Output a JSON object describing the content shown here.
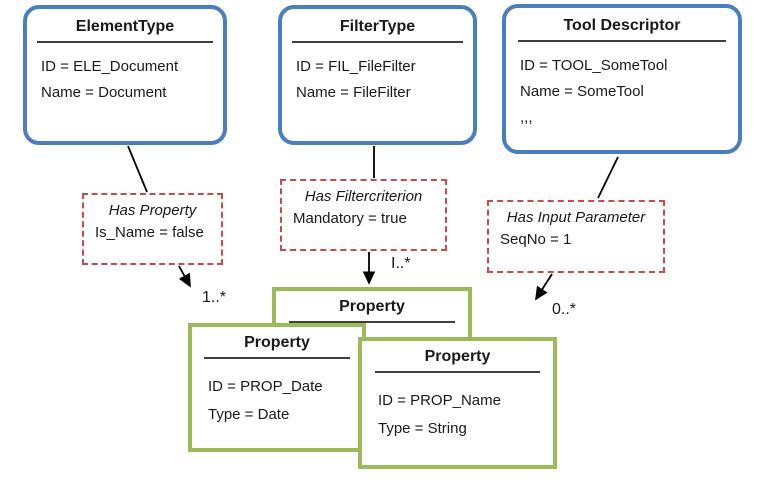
{
  "diagram": {
    "entities": [
      {
        "title": "ElementType",
        "lines": [
          "ID = ELE_Document",
          "Name = Document"
        ]
      },
      {
        "title": "FilterType",
        "lines": [
          "ID = FIL_FileFilter",
          "Name = FileFilter"
        ]
      },
      {
        "title": "Tool Descriptor",
        "lines": [
          "ID = TOOL_SomeTool",
          "Name = SomeTool",
          ",,,"
        ]
      }
    ],
    "relations": [
      {
        "title": "Has Property",
        "attribute": "Is_Name = false",
        "multiplicity": "1..*"
      },
      {
        "title": "Has Filtercriterion",
        "attribute": "Mandatory = true",
        "multiplicity": "I..*"
      },
      {
        "title": "Has Input Parameter",
        "attribute": "SeqNo = 1",
        "multiplicity": "0..*"
      }
    ],
    "properties": [
      {
        "title": "Property",
        "lines": []
      },
      {
        "title": "Property",
        "lines": [
          "ID = PROP_Date",
          "Type = Date"
        ]
      },
      {
        "title": "Property",
        "lines": [
          "ID = PROP_Name",
          "Type = String"
        ]
      }
    ],
    "colors": {
      "entity_border": "#4a7ebd",
      "relation_border": "#c94b45",
      "property_border": "#9bbb59",
      "connector": "#000000",
      "divider": "#3f3f3f"
    }
  }
}
